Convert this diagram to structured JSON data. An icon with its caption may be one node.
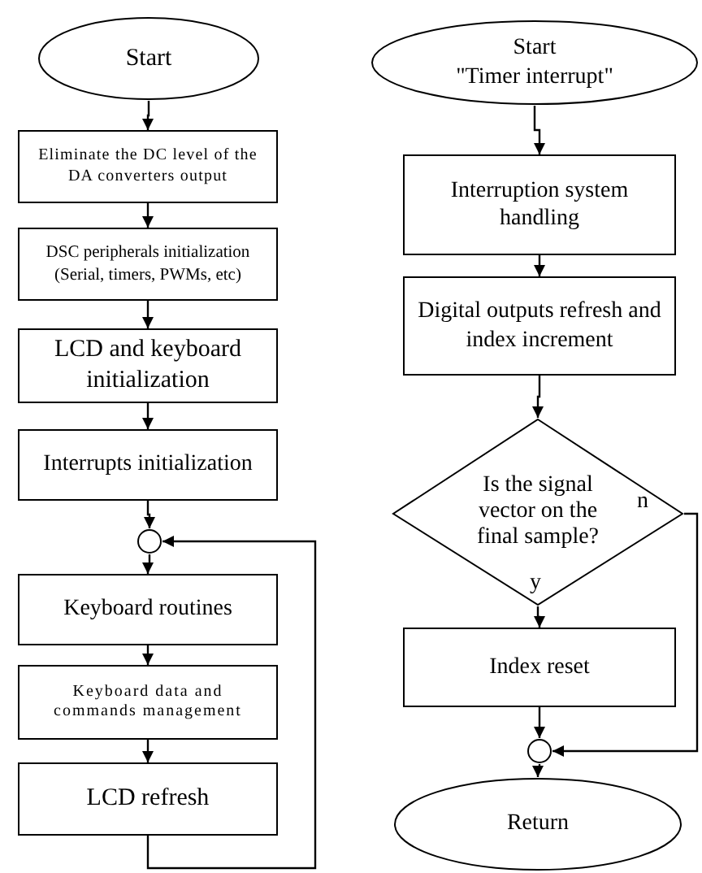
{
  "diagram": {
    "nodes": [
      {
        "text": [
          "Start"
        ]
      },
      {
        "text": [
          "Eliminate the DC level of the DA converters output"
        ]
      },
      {
        "text": [
          "DSC peripherals initialization (Serial, timers, PWMs, etc)"
        ]
      },
      {
        "text": [
          "LCD and keyboard initialization"
        ]
      },
      {
        "text": [
          "Interrupts initialization"
        ]
      },
      {
        "text": [],
        "shape": "circle"
      },
      {
        "text": [
          "Keyboard routines"
        ]
      },
      {
        "text": [
          "Keyboard data and commands management"
        ]
      },
      {
        "text": [
          "LCD refresh"
        ]
      },
      {
        "text": [
          "Start",
          "\"Timer interrupt\""
        ]
      },
      {
        "text": [
          "Interruption system handling"
        ]
      },
      {
        "text": [
          "Digital outputs refresh and index increment"
        ]
      },
      {
        "text": [
          "Is the signal vector on the final sample?"
        ]
      },
      {
        "text": [
          "Index reset"
        ]
      },
      {
        "text": [],
        "shape": "circle"
      },
      {
        "text": [
          "Return"
        ]
      }
    ],
    "edges": [
      {
        "from": 0,
        "to": 1,
        "arrow": "to"
      },
      {
        "from": 1,
        "to": 2,
        "arrow": "to"
      },
      {
        "from": 2,
        "to": 3,
        "arrow": "to"
      },
      {
        "from": 3,
        "to": 4,
        "arrow": "to"
      },
      {
        "from": 4,
        "to": 5,
        "arrow": "to"
      },
      {
        "from": 5,
        "to": 6,
        "arrow": "to"
      },
      {
        "from": 6,
        "to": 7,
        "arrow": "to"
      },
      {
        "from": 7,
        "to": 8,
        "arrow": "to"
      },
      {
        "from": 8,
        "to": 5,
        "arrow": "to"
      },
      {
        "from": 9,
        "to": 10,
        "arrow": "to"
      },
      {
        "from": 10,
        "to": 11,
        "arrow": "to"
      },
      {
        "from": 11,
        "to": 12,
        "arrow": "to"
      },
      {
        "from": 12,
        "to": 13,
        "label": "y",
        "arrow": "to"
      },
      {
        "from": 13,
        "to": 14,
        "arrow": "to"
      },
      {
        "from": 12,
        "to": 14,
        "label": "n",
        "arrow": "to"
      },
      {
        "from": 14,
        "to": 15,
        "arrow": "to"
      }
    ]
  }
}
